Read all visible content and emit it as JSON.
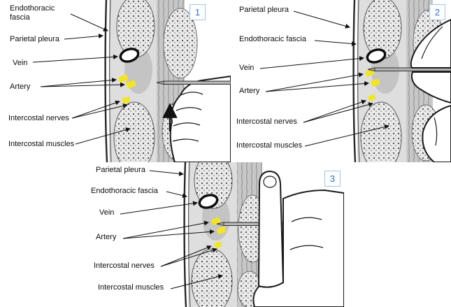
{
  "colors": {
    "highlight_yellow": "#f2e42b",
    "step_number_blue": "#3e6fb0",
    "step_box_border": "#a8c4de"
  },
  "panels": [
    {
      "number": "1",
      "labels": {
        "fascia": "Endothoracic fascia",
        "pleura": "Parietal pleura",
        "vein": "Vein",
        "artery": "Artery",
        "nerves": "Intercostal nerves",
        "muscles": "Intercostal muscles"
      }
    },
    {
      "number": "2",
      "labels": {
        "pleura": "Parietal pleura",
        "fascia": "Endothoracic fascia",
        "vein": "Vein",
        "artery": "Artery",
        "nerves": "Intercostal nerves",
        "muscles": "Intercostal muscles"
      }
    },
    {
      "number": "3",
      "labels": {
        "pleura": "Parietal pleura",
        "fascia": "Endothoracic fascia",
        "vein": "Vein",
        "artery": "Artery",
        "nerves": "Intercostal nerves",
        "muscles": "Intercostal muscles"
      }
    }
  ]
}
